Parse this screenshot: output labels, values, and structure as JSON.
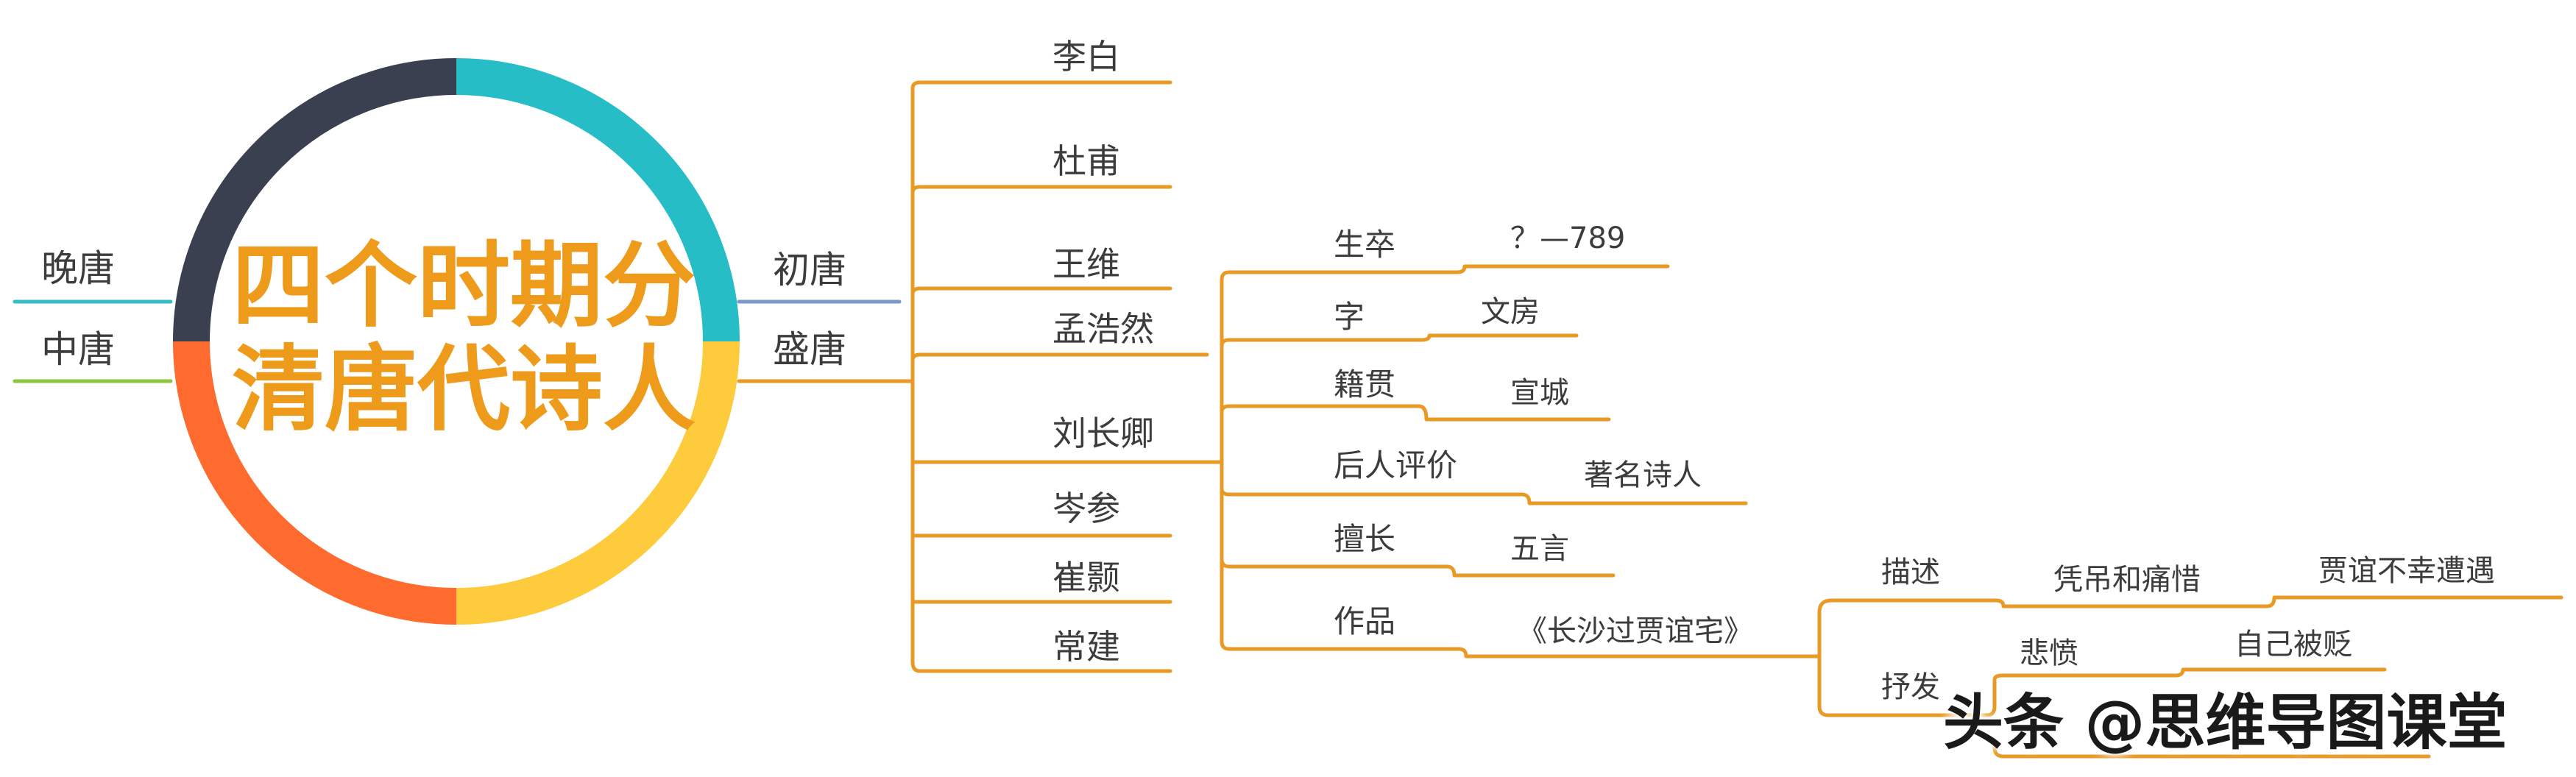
{
  "colors": {
    "branch": "#E89A24",
    "title": "#EE9B1C",
    "left_top": "#38BDC8",
    "left_bottom": "#8DC63F",
    "early": "#7E98C9",
    "ring": [
      "#27BDC7",
      "#FDCB3B",
      "#FF6A2E",
      "#3B4050"
    ]
  },
  "center": {
    "line1": "四个时期分",
    "line2": "清唐代诗人"
  },
  "periods": {
    "late": "晚唐",
    "middle": "中唐",
    "early": "初唐",
    "high": "盛唐"
  },
  "poets": [
    "李白",
    "杜甫",
    "王维",
    "孟浩然",
    "刘长卿",
    "岑参",
    "崔颢",
    "常建"
  ],
  "liu": {
    "life_label": "生卒",
    "life_value": "？—789",
    "zi_label": "字",
    "zi_value": "文房",
    "jiguan_label": "籍贯",
    "jiguan_value": "宣城",
    "eval_label": "后人评价",
    "eval_value": "著名诗人",
    "good_label": "擅长",
    "good_value": "五言",
    "works_label": "作品",
    "works_value": "《长沙过贾谊宅》"
  },
  "work": {
    "desc_label": "描述",
    "desc_value": "凭吊和痛惜",
    "desc_detail": "贾谊不幸遭遇",
    "express_label": "抒发",
    "express_value": "悲愤",
    "express_detail": "自己被贬"
  },
  "watermark": "头条 @思维导图课堂"
}
